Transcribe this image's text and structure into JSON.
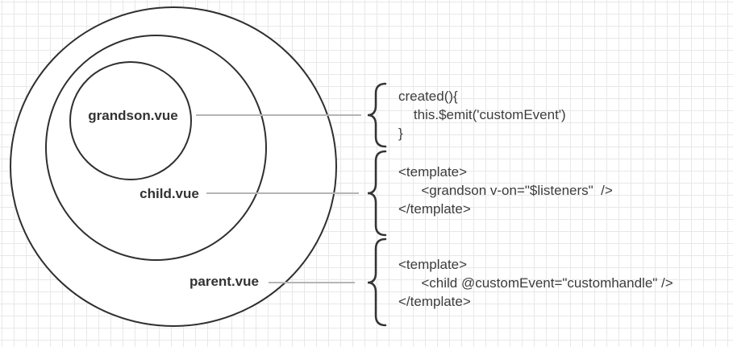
{
  "circles": {
    "grandson": {
      "label": "grandson.vue"
    },
    "child": {
      "label": "child.vue"
    },
    "parent": {
      "label": "parent.vue"
    }
  },
  "code_blocks": {
    "grandson": {
      "lines": [
        "created(){",
        "    this.$emit('customEvent')",
        "}"
      ]
    },
    "child": {
      "lines": [
        "<template>",
        "      <grandson v-on=\"$listeners\"  />",
        "</template>"
      ]
    },
    "parent": {
      "lines": [
        "<template>",
        "      <child @customEvent=\"customhandle\" />",
        "</template>"
      ]
    }
  },
  "colors": {
    "circle_stroke": "#2f2f2f",
    "label_text": "#333333",
    "code_text": "#3c3c3c",
    "connector_line": "#b5b5b5",
    "brace": "#333333",
    "grid_line": "#e8e8e8",
    "background": "#ffffff"
  }
}
